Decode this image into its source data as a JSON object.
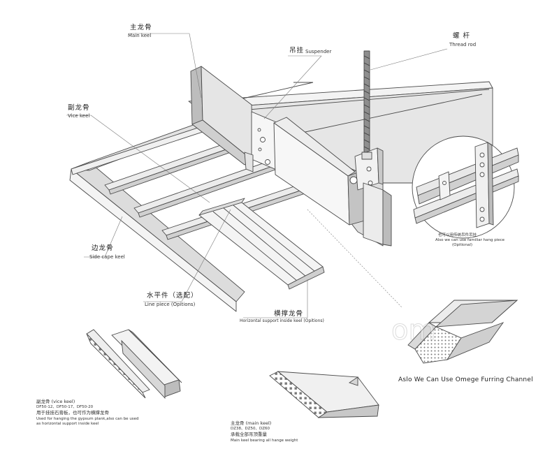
{
  "labels": {
    "main_keel_cn": "主龙骨",
    "main_keel_en": "Main keel",
    "suspender_cn": "吊挂",
    "suspender_en": "Suspender",
    "thread_rod_cn": "螺 杆",
    "thread_rod_en": "Thread rod",
    "vice_keel_cn": "副龙骨",
    "vice_keel_en": "Vice keel",
    "side_keel_cn": "边龙骨",
    "side_keel_en": "Side cape keel",
    "line_piece_cn": "水平件（选配）",
    "line_piece_en": "Line piece (Opitions)",
    "horizontal_cn": "横撑龙骨",
    "horizontal_en": "Horizontal support inside keel (Opitions)",
    "furring_note_cn": "也可以用传统吊件吊挂",
    "furring_note_en": "Also we can use familiar hang piece",
    "furring_note_opt": "(Opitional)",
    "omega": "Aslo We Can Use Omege Furring Channel",
    "vice_spec_title": "副龙骨 (vice keel)",
    "vice_spec_models": "DF50-12、DF50-17、DF50-20",
    "vice_spec_cn": "用于挂挂石膏板，也可作为横撑龙骨",
    "vice_spec_en1": "Used for hanging the gypsum plank,also can be used",
    "vice_spec_en2": "as horizontal support inside keel",
    "main_spec_title": "主龙骨 (main keel)",
    "main_spec_models": "DZ38、DZ50、DZ60",
    "main_spec_cn": "承载全部吊顶重量",
    "main_spec_en": "Main keel bearing all hange weight"
  },
  "colors": {
    "line": "#4a4a4a",
    "fill_light": "#f1f1f1",
    "fill_mid": "#dcdcdc",
    "fill_dark": "#b9b9b9",
    "fill_darker": "#9a9a9a"
  }
}
